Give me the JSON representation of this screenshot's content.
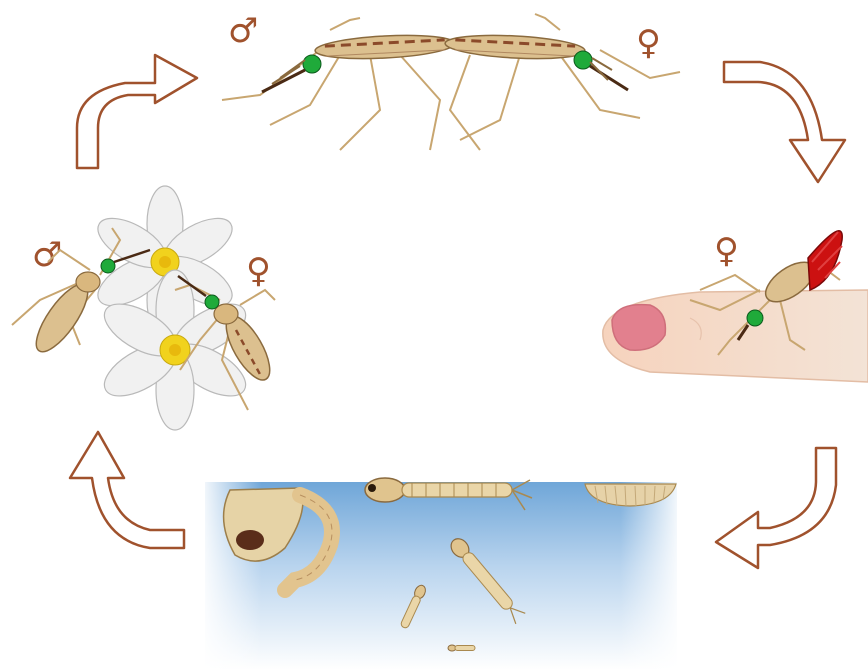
{
  "symbols": {
    "male_top": "♂",
    "female_top": "♀",
    "female_right": "♀",
    "male_left": "♂",
    "female_left": "♀"
  },
  "stages": {
    "top": "mating",
    "right": "blood-meal",
    "bottom": "aquatic-larvae-and-pupae",
    "left": "nectar-feeding"
  },
  "colors": {
    "symbol": "#a0522d",
    "arrow_stroke": "#a0522d",
    "mosquito_body": "#d8b98a",
    "blood": "#cc1111",
    "water_top": "#6fa6d8",
    "skin": "#f6d9c4",
    "eye": "#1faa3a",
    "flower_center": "#f1d21d"
  },
  "icons": [
    "cycle-arrow-icon",
    "mosquito-icon",
    "flower-icon",
    "finger-icon",
    "larva-icon",
    "pupa-icon"
  ]
}
